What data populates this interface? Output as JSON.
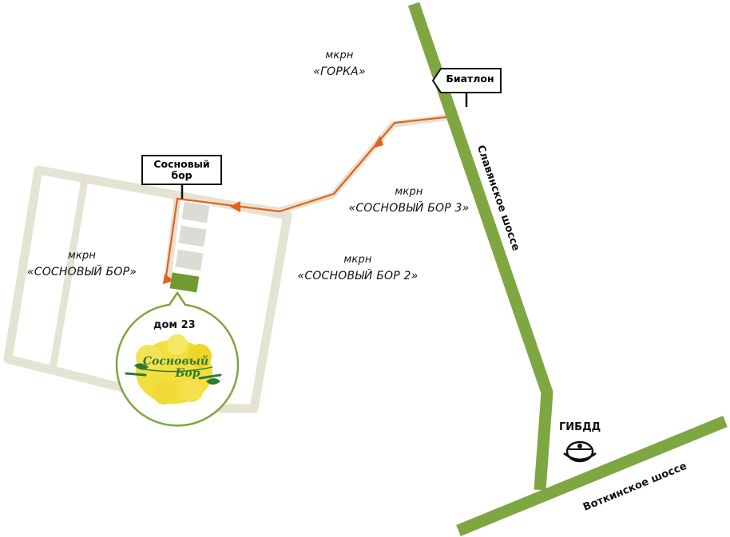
{
  "map": {
    "districts": [
      {
        "id": "gorka",
        "line1": "мкрн",
        "line2": "«ГОРКА»"
      },
      {
        "id": "sosnovy-bor-3",
        "line1": "мкрн",
        "line2": "«СОСНОВЫЙ БОР 3»"
      },
      {
        "id": "sosnovy-bor-2",
        "line1": "мкрн",
        "line2": "«СОСНОВЫЙ БОР 2»"
      },
      {
        "id": "sosnovy-bor",
        "line1": "мкрн",
        "line2": "«СОСНОВЫЙ БОР»"
      }
    ],
    "roads": {
      "slavyanskoe": "Славянское шоссе",
      "votkinskoe": "Воткинское шоссе"
    },
    "stops": {
      "biatlon": "Биатлон",
      "sosnovy_bor_line1": "Сосновый",
      "sosnovy_bor_line2": "бор"
    },
    "house": "дом 23",
    "police": "ГИБДД",
    "logo": {
      "line1": "Сосновый",
      "line2": "Бор"
    },
    "colors": {
      "road": "#7ea641",
      "route": "#e0641c",
      "route_shadow": "#e8e1d2",
      "block_outline": "#e5e3d3",
      "building": "#dcdcd4",
      "target_building": "#6f9a34",
      "callout_border": "#7ea641",
      "logo_yellow": "#f2de3c"
    }
  }
}
